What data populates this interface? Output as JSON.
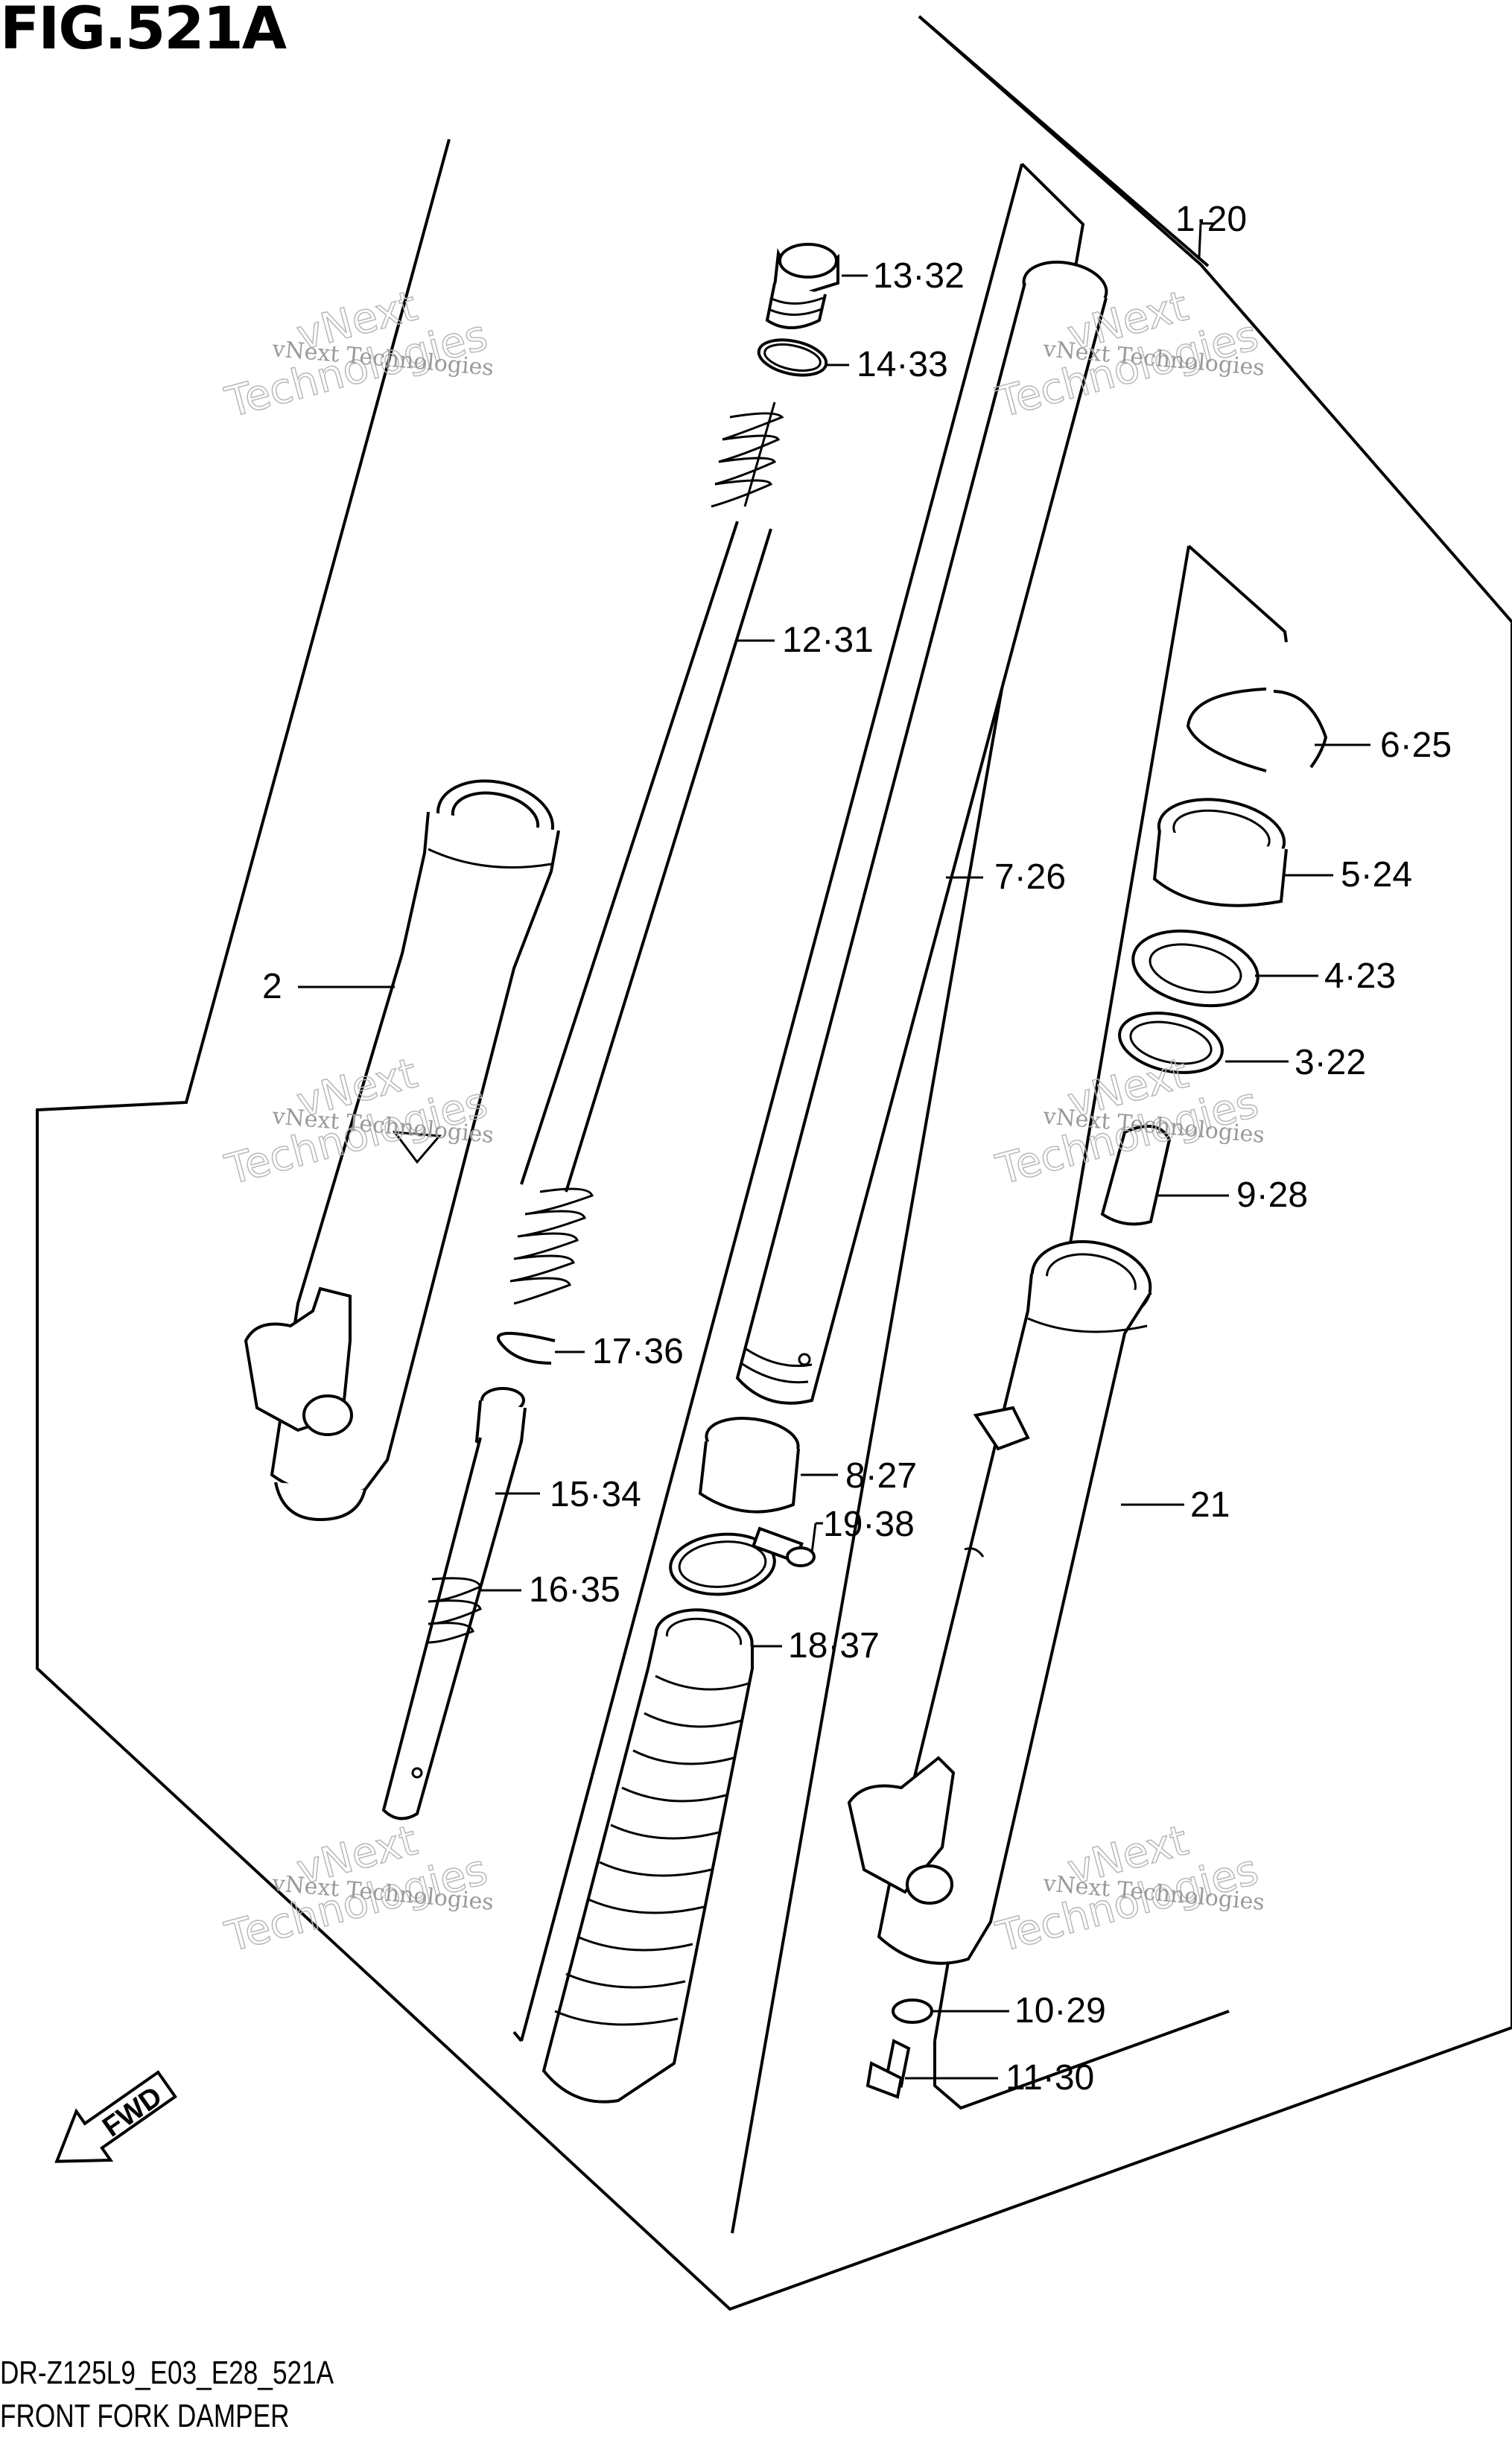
{
  "figure": {
    "title": "FIG.521A",
    "model_code": "DR-Z125L9_E03_E28_521A",
    "name": "FRONT FORK DAMPER"
  },
  "fwd_label": "FWD",
  "watermark": {
    "line1": "vNext Technologies",
    "line2": "vNext",
    "line3": "Technologies"
  },
  "callouts": [
    {
      "id": "1",
      "label": "1·20"
    },
    {
      "id": "2",
      "label": "2"
    },
    {
      "id": "3",
      "label": "3·22"
    },
    {
      "id": "4",
      "label": "4·23"
    },
    {
      "id": "5",
      "label": "5·24"
    },
    {
      "id": "6",
      "label": "6·25"
    },
    {
      "id": "7",
      "label": "7·26"
    },
    {
      "id": "8",
      "label": "8·27"
    },
    {
      "id": "9",
      "label": "9·28"
    },
    {
      "id": "10",
      "label": "10·29"
    },
    {
      "id": "11",
      "label": "11·30"
    },
    {
      "id": "12",
      "label": "12·31"
    },
    {
      "id": "13",
      "label": "13·32"
    },
    {
      "id": "14",
      "label": "14·33"
    },
    {
      "id": "15",
      "label": "15·34"
    },
    {
      "id": "16",
      "label": "16·35"
    },
    {
      "id": "17",
      "label": "17·36"
    },
    {
      "id": "18",
      "label": "18·37"
    },
    {
      "id": "19",
      "label": "19·38"
    },
    {
      "id": "21",
      "label": "21"
    }
  ]
}
